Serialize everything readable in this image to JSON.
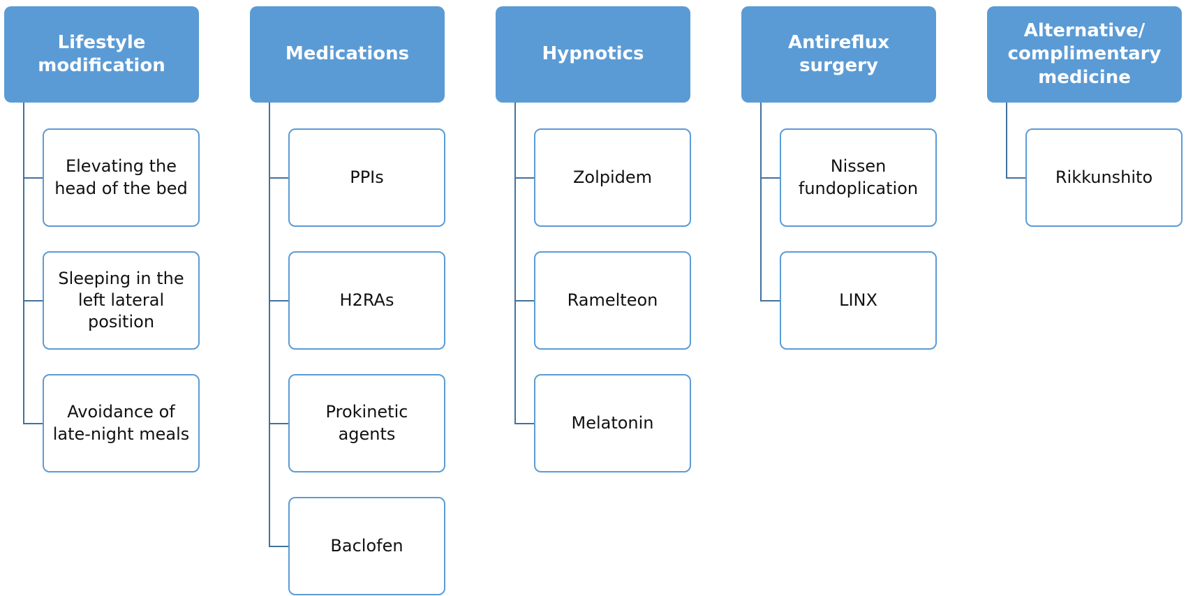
{
  "diagram": {
    "columns": [
      {
        "header": "Lifestyle\nmodification",
        "items": [
          "Elevating the\nhead of the bed",
          "Sleeping in the\nleft lateral\nposition",
          "Avoidance of\nlate-night meals"
        ]
      },
      {
        "header": "Medications",
        "items": [
          "PPIs",
          "H2RAs",
          "Prokinetic agents",
          "Baclofen"
        ]
      },
      {
        "header": "Hypnotics",
        "items": [
          "Zolpidem",
          "Ramelteon",
          "Melatonin"
        ]
      },
      {
        "header": "Antireflux surgery",
        "items": [
          "Nissen\nfundoplication",
          "LINX"
        ]
      },
      {
        "header": "Alternative/\ncomplimentary\nmedicine",
        "items": [
          "Rikkunshito"
        ]
      }
    ]
  },
  "colors": {
    "header_fill": "#5b9bd5",
    "child_border": "#5b9bd5",
    "connector": "#41719c"
  }
}
